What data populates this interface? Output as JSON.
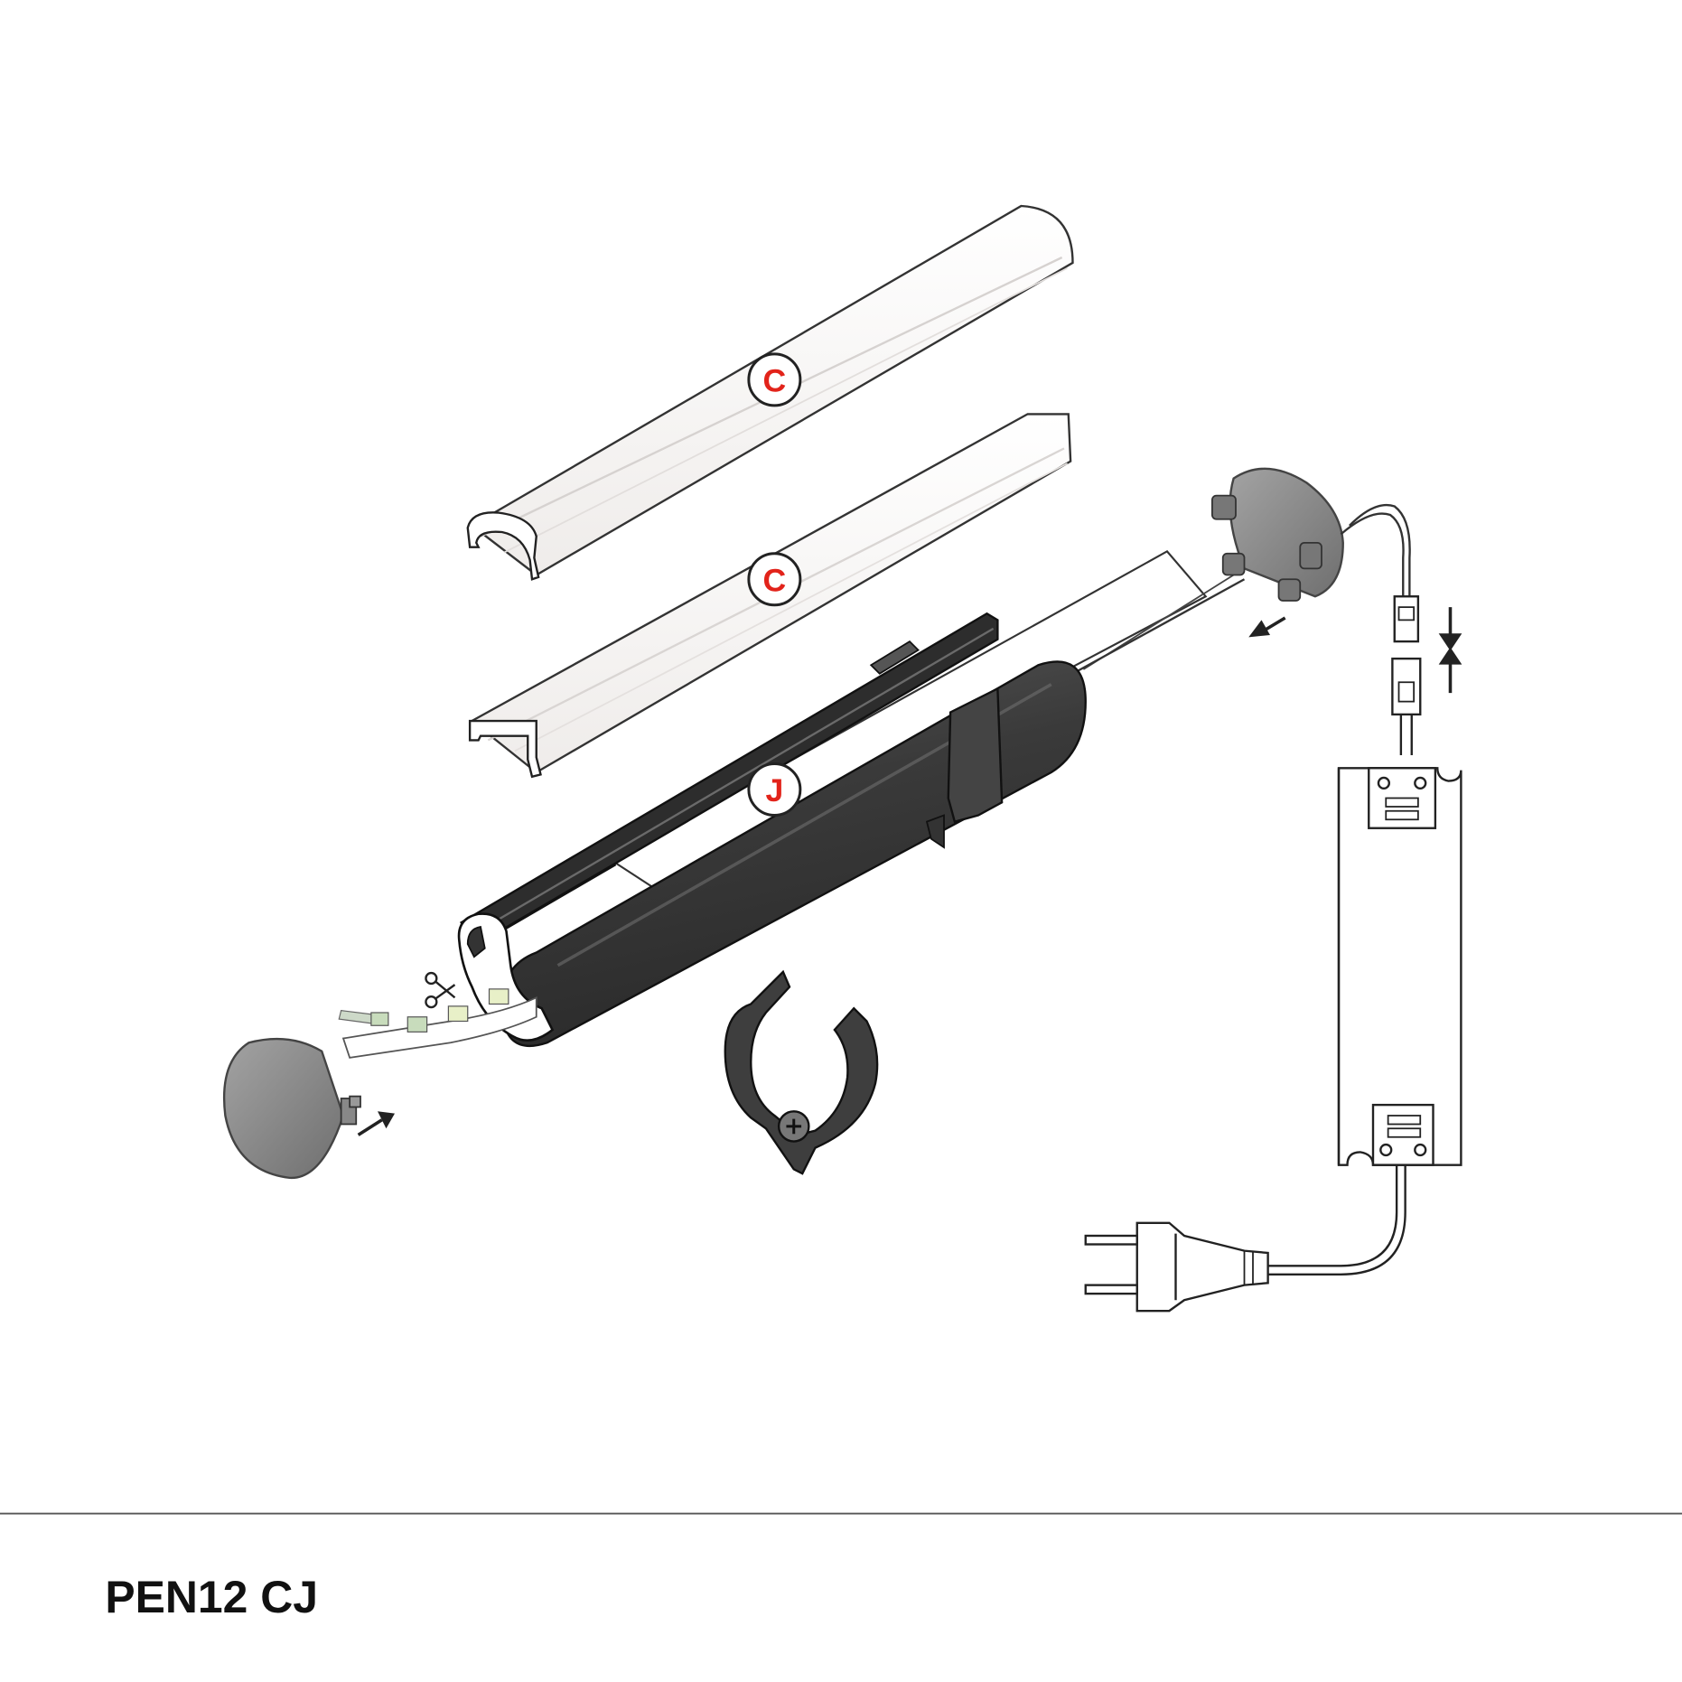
{
  "product": {
    "title": "PEN12 CJ"
  },
  "callouts": [
    {
      "label": "C"
    },
    {
      "label": "C"
    },
    {
      "label": "J"
    }
  ],
  "colors": {
    "accent_red": "#e2231a",
    "profile_dark": "#3d3d3d",
    "cap_grey": "#8c8c8c",
    "line": "#222222",
    "diffuser_fill": "#f7f5f4"
  }
}
